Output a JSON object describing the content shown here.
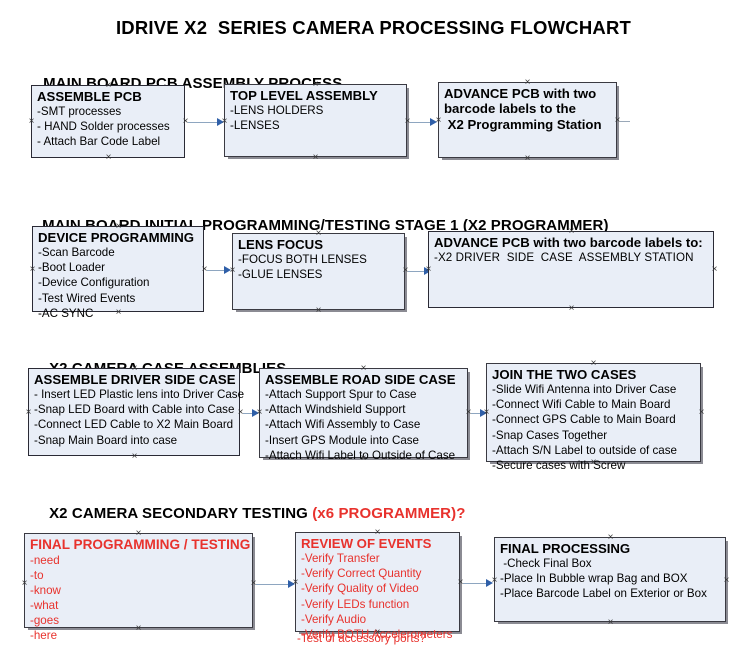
{
  "document": {
    "title": "IDRIVE X2  SERIES CAMERA PROCESSING FLOWCHART"
  },
  "sections": [
    {
      "heading": "MAIN BOARD PCB ASSEMBLY PROCESS",
      "heading_accent": "",
      "nodes": [
        {
          "title": "ASSEMBLE PCB",
          "lines": [
            "-SMT processes",
            "- HAND Solder processes",
            "- Attach Bar Code Label"
          ]
        },
        {
          "title": "TOP LEVEL ASSEMBLY",
          "lines": [
            "-LENS HOLDERS",
            "-LENSES"
          ]
        },
        {
          "title": "ADVANCE PCB with two",
          "lines": [
            "barcode labels to the",
            " X2 Programming Station"
          ]
        }
      ]
    },
    {
      "heading": "MAIN BOARD INITIAL PROGRAMMING/TESTING STAGE 1 (X2 PROGRAMMER)",
      "heading_accent": "",
      "nodes": [
        {
          "title": "DEVICE PROGRAMMING",
          "lines": [
            "-Scan Barcode",
            "-Boot Loader",
            "-Device Configuration",
            "-Test Wired Events",
            "-AC SYNC"
          ]
        },
        {
          "title": "LENS FOCUS",
          "lines": [
            "-FOCUS BOTH LENSES",
            "-GLUE LENSES"
          ]
        },
        {
          "title": "ADVANCE PCB with two barcode labels to:",
          "lines": [
            "-X2 DRIVER  SIDE  CASE  ASSEMBLY STATION"
          ]
        }
      ]
    },
    {
      "heading": "X2 CAMERA CASE ASSEMBLIES",
      "heading_accent": "",
      "nodes": [
        {
          "title": "ASSEMBLE DRIVER SIDE CASE",
          "lines": [
            "- Insert LED Plastic lens into Driver Case",
            "-Snap LED Board with Cable into Case",
            "-Connect LED Cable to X2 Main Board",
            "-Snap Main Board into case"
          ]
        },
        {
          "title": "ASSEMBLE ROAD SIDE CASE",
          "lines": [
            "-Attach Support Spur to Case",
            "-Attach Windshield Support",
            "-Attach Wifi Assembly to Case",
            "-Insert GPS Module into Case",
            "-Attach Wifi Label to Outside of Case"
          ]
        },
        {
          "title": "JOIN THE TWO CASES",
          "lines": [
            "-Slide Wifi Antenna into Driver Case",
            "-Connect Wifi Cable to Main Board",
            "-Connect GPS Cable to Main Board",
            "-Snap Cases Together",
            "-Attach S/N Label to outside of case",
            "-Secure cases with Screw"
          ]
        }
      ]
    },
    {
      "heading": "X2 CAMERA SECONDARY TESTING ",
      "heading_accent": "(x6 PROGRAMMER)?",
      "nodes": [
        {
          "title": "FINAL PROGRAMMING / TESTING",
          "lines": [
            "-need",
            "-to",
            "-know",
            "-what",
            "-goes",
            "-here"
          ]
        },
        {
          "title": "REVIEW OF EVENTS",
          "lines": [
            "-Verify Transfer",
            "-Verify Correct Quantity",
            "-Verify Quality of Video",
            "-Verify LEDs function",
            "-Verify Audio",
            "-Verify BOTH Accelerometers"
          ],
          "overflow": "-Test of accessory ports?"
        },
        {
          "title": "FINAL PROCESSING",
          "lines": [
            " -Check Final Box",
            "-Place In Bubble wrap Bag and BOX",
            "-Place Barcode Label on Exterior or Box"
          ]
        }
      ]
    }
  ],
  "colors": {
    "node_fill": "#e9eef7",
    "node_border": "#2a2a35",
    "accent_red": "#e8322d",
    "connector": "#8ea6c0",
    "arrowhead": "#2f5fa8"
  }
}
